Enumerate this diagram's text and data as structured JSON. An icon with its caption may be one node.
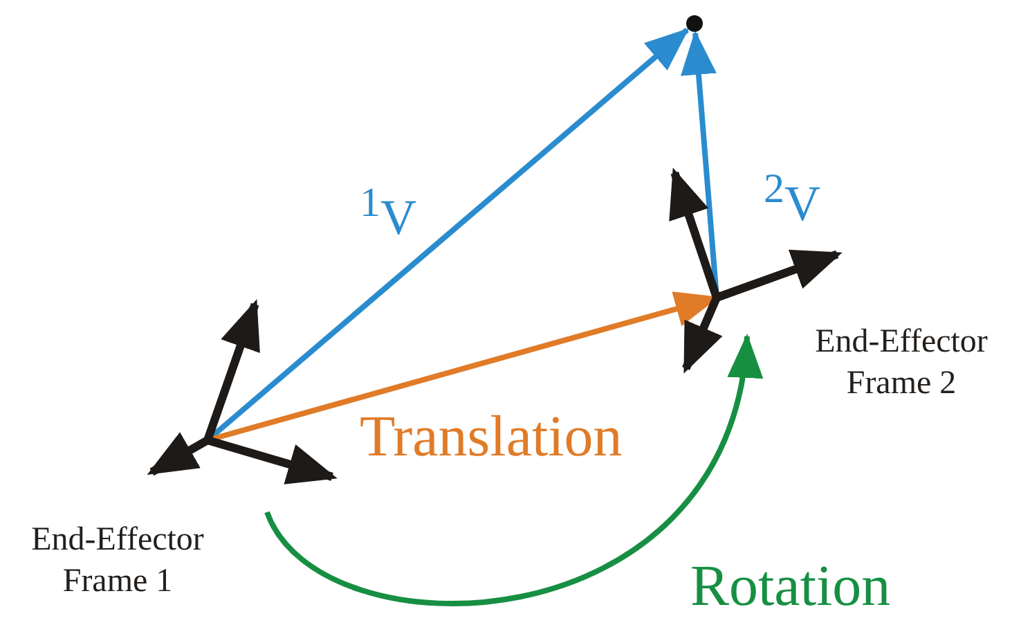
{
  "diagram": {
    "nodes": [
      {
        "text": [
          "End-Effector Frame 1"
        ]
      },
      {
        "text": [
          "End-Effector Frame 2"
        ]
      },
      {
        "text": [],
        "shape": "circle"
      }
    ],
    "edges": [
      {
        "from": 0,
        "to": 2,
        "arrow": "to",
        "label": "$^{1}$V",
        "color": "#2a8ccf"
      },
      {
        "from": 1,
        "to": 2,
        "arrow": "to",
        "label": "$^{2}$V",
        "color": "#2a8ccf"
      },
      {
        "from": 0,
        "to": 1,
        "arrow": "to",
        "label": "Translation",
        "color": "#e07b28"
      },
      {
        "from": 0,
        "to": 1,
        "arrow": "to",
        "label": "Rotation",
        "color": "#178f43"
      }
    ]
  }
}
